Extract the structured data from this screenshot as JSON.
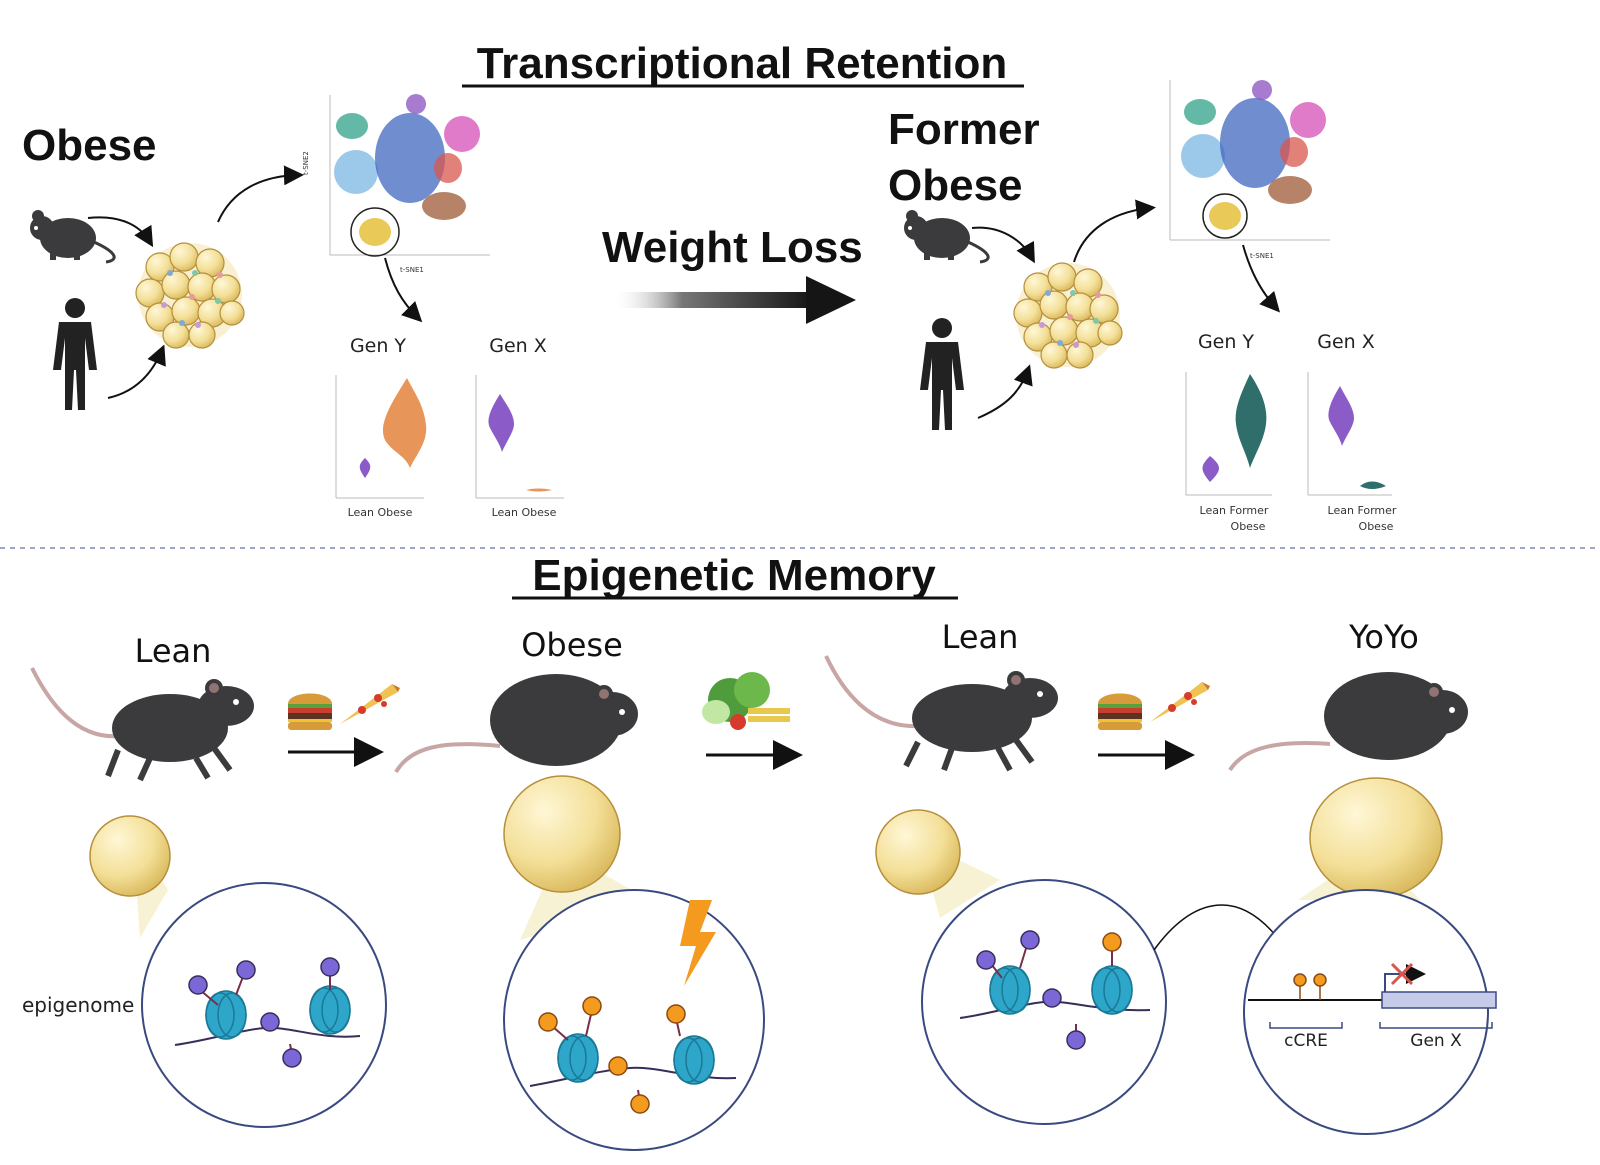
{
  "top": {
    "title": "Transcriptional Retention",
    "left_label": "Obese",
    "right_label_line1": "Former",
    "right_label_line2": "Obese",
    "arrow_label": "Weight Loss",
    "left_panel": {
      "gene1": "Gen Y",
      "gene2": "Gen X",
      "gene1_xticks": "Lean  Obese",
      "gene2_xticks": "Lean  Obese",
      "colors": {
        "lean": "#8b5cc7",
        "obese": "#e8955a"
      }
    },
    "right_panel": {
      "gene1": "Gen Y",
      "gene2": "Gen X",
      "gene1_xticks_1": "Lean Former",
      "gene1_xticks_2": "Obese",
      "gene2_xticks_1": "Lean Former",
      "gene2_xticks_2": "Obese",
      "colors": {
        "lean": "#8b5cc7",
        "former": "#2f6e6a"
      }
    }
  },
  "bottom": {
    "title": "Epigenetic Memory",
    "stages": [
      "Lean",
      "Obese",
      "Lean",
      "YoYo"
    ],
    "epigenome_label": "epigenome",
    "locus": {
      "enhancer": "cCRE",
      "gene": "Gen X"
    },
    "colors": {
      "mark_lean": "#7b68d6",
      "mark_obese": "#f39a1f",
      "nucleosome": "#2ea6c9",
      "mouse": "#3b3b3d",
      "tail": "#c9a6a6"
    }
  },
  "icons": [
    "mouse-icon",
    "human-icon",
    "fat-tissue-icon",
    "tsne-plot-icon",
    "violin-plot-icon",
    "burger-icon",
    "pizza-icon",
    "vegetables-icon",
    "adipocyte-icon",
    "nucleosome-icon",
    "lightning-icon",
    "arrow-icon"
  ]
}
